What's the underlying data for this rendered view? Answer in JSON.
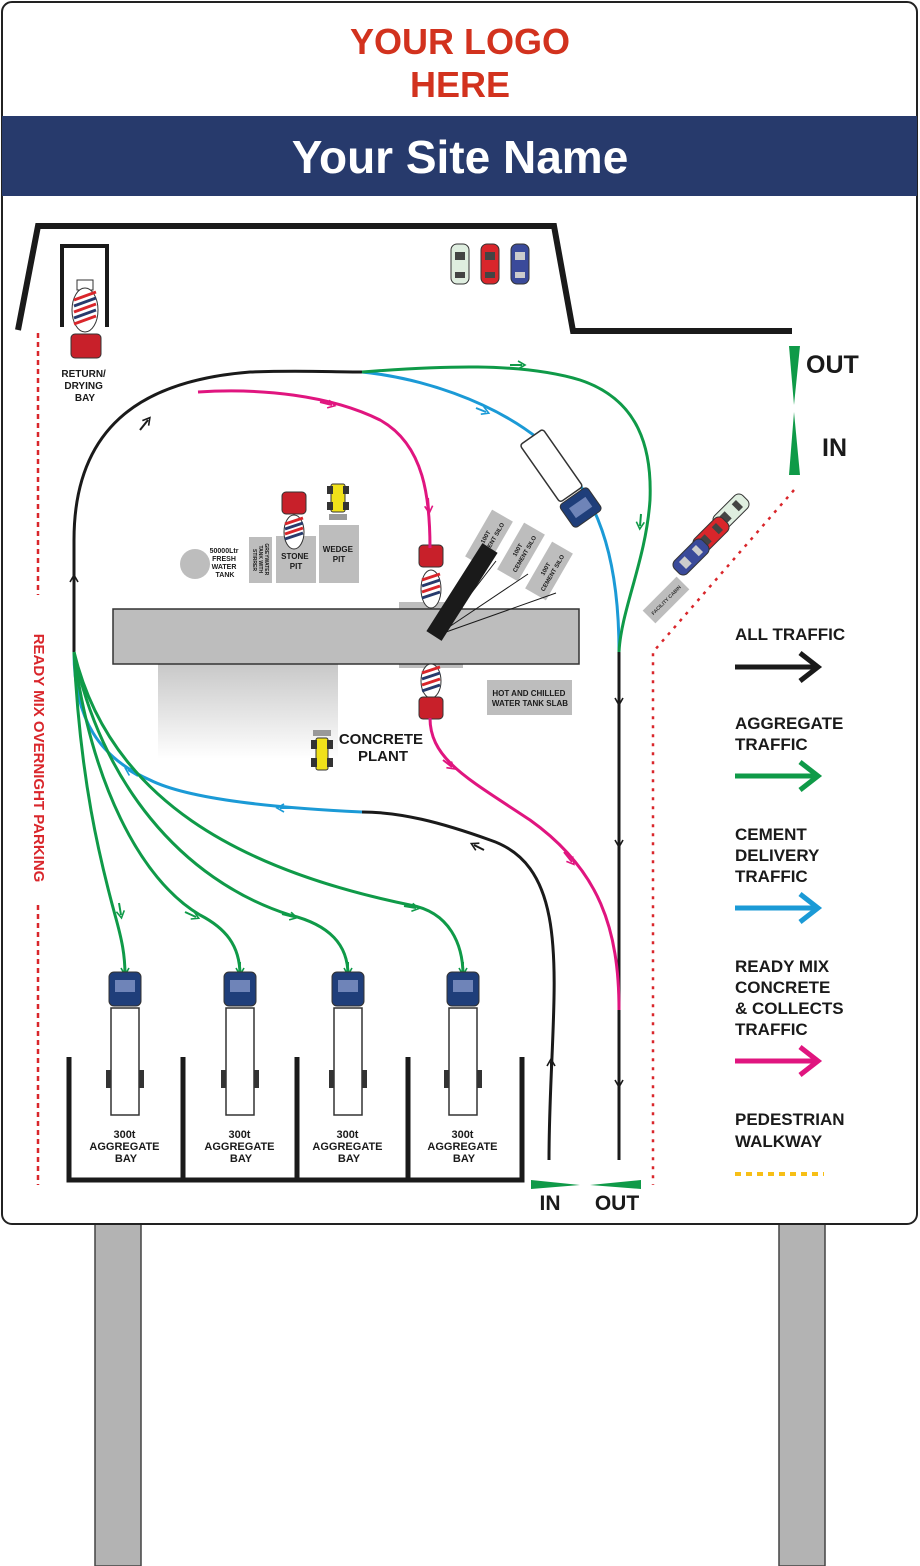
{
  "header": {
    "logo_line1": "YOUR LOGO",
    "logo_line2": "HERE",
    "site_name": "Your Site Name"
  },
  "map": {
    "drying_bay": [
      "RETURN/",
      "DRYING",
      "BAY"
    ],
    "overnight_parking": "READY MIX OVERNIGHT PARKING",
    "fresh_water_tank": [
      "50000Ltr",
      "FRESH",
      "WATER",
      "TANK"
    ],
    "grey_water_tank": [
      "GREYWATER",
      "TANK WITH",
      "STIRRER"
    ],
    "stone_pit": [
      "STONE",
      "PIT"
    ],
    "wedge_pit": [
      "WEDGE",
      "PIT"
    ],
    "cement_silo": [
      "100T",
      "CEMENT SILO"
    ],
    "concrete_plant": [
      "CONCRETE",
      "PLANT"
    ],
    "water_tank_slab": [
      "HOT AND CHILLED",
      "WATER TANK SLAB"
    ],
    "facility_cabin": "FACILITY CABIN",
    "aggregate_bay": [
      "300t",
      "AGGREGATE",
      "BAY"
    ],
    "top_out": "OUT",
    "top_in": "IN",
    "bottom_in": "IN",
    "bottom_out": "OUT"
  },
  "legend": {
    "all_traffic": [
      "ALL TRAFFIC"
    ],
    "aggregate": [
      "AGGREGATE",
      "TRAFFIC"
    ],
    "cement": [
      "CEMENT",
      "DELIVERY",
      "TRAFFIC"
    ],
    "ready_mix": [
      "READY MIX",
      "CONCRETE",
      "& COLLECTS",
      "TRAFFIC"
    ],
    "pedestrian": [
      "PEDESTRIAN",
      "WALKWAY"
    ]
  },
  "colors": {
    "logo_red": "#d2321e",
    "banner_navy": "#273a6c",
    "all_traffic": "#1a1a1a",
    "aggregate": "#0f9a48",
    "cement": "#1b9ad6",
    "ready_mix": "#e0157f",
    "pedestrian": "#f7bf16",
    "parking_red": "#d9262b",
    "post_grey": "#b3b3b3",
    "pad_grey": "#bdbdbd"
  }
}
